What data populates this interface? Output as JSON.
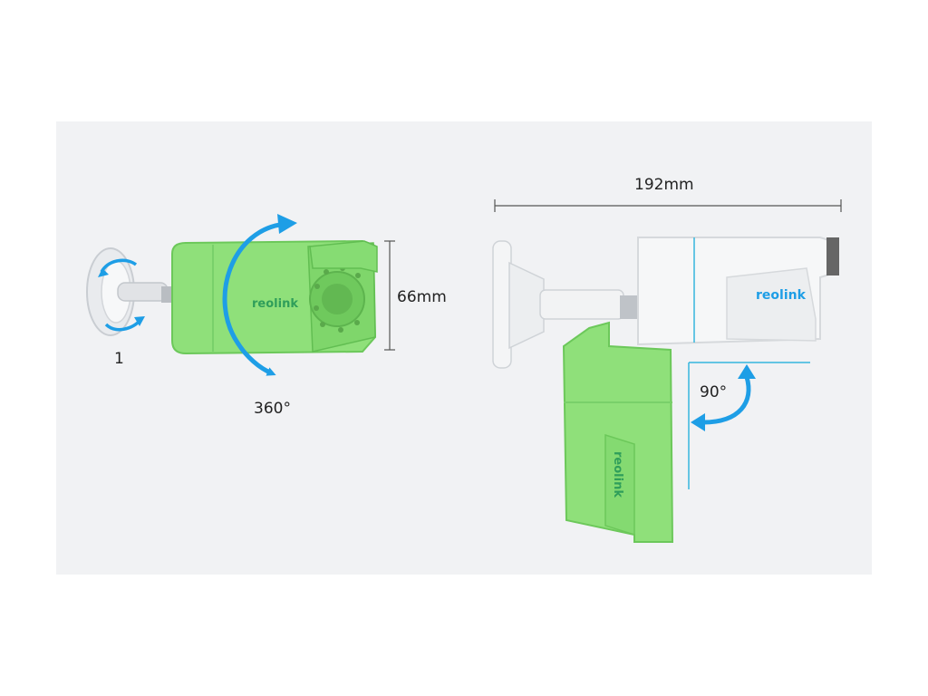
{
  "labels": {
    "count": "1",
    "rotation": "360°",
    "height": "66mm",
    "length": "192mm",
    "tilt": "90°"
  },
  "brand": "reolink",
  "colors": {
    "panel": "#f1f2f4",
    "camera_green": "#8fe07a",
    "camera_green_dark": "#6cc85a",
    "arrow_blue": "#1e9ee6",
    "guide_cyan": "#36b6dd",
    "white_body": "#f6f7f8",
    "dimension_line": "#555555"
  },
  "icons": [
    "rotate-arrow-icon",
    "pan-arrow-icon",
    "tilt-arrow-icon",
    "reolink-logo"
  ]
}
